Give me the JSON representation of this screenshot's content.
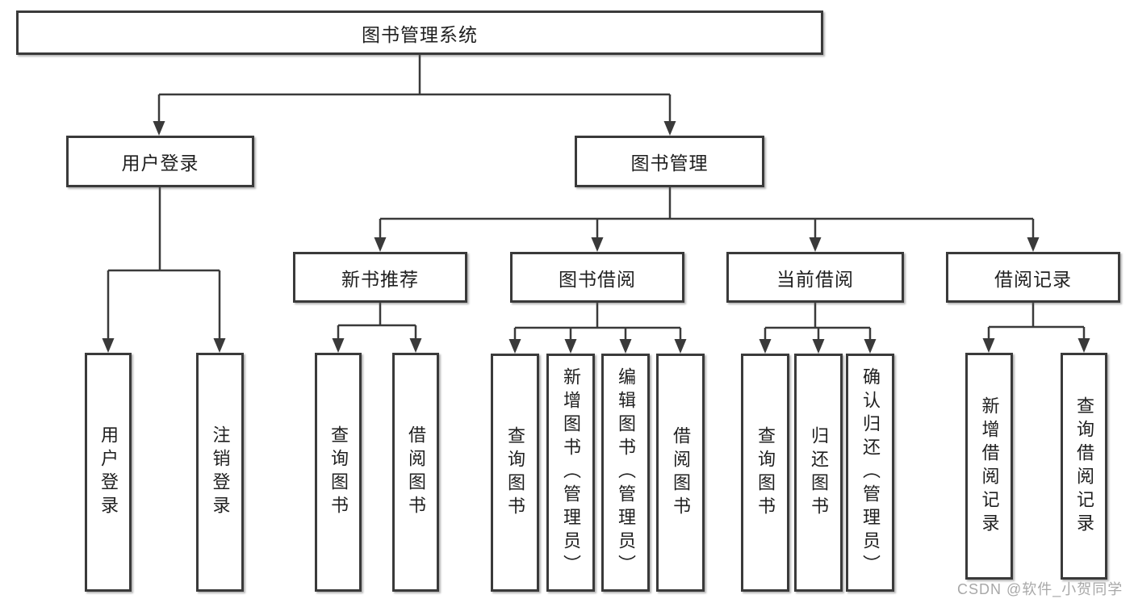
{
  "tree": {
    "root": "图书管理系统",
    "branches": [
      {
        "label": "用户登录",
        "leaves": [
          "用户登录",
          "注销登录"
        ]
      },
      {
        "label": "图书管理",
        "groups": [
          {
            "label": "新书推荐",
            "leaves": [
              "查询图书",
              "借阅图书"
            ]
          },
          {
            "label": "图书借阅",
            "leaves": [
              "查询图书",
              "新增图书（管理员）",
              "编辑图书（管理员）",
              "借阅图书"
            ]
          },
          {
            "label": "当前借阅",
            "leaves": [
              "查询图书",
              "归还图书",
              "确认归还（管理员）"
            ]
          },
          {
            "label": "借阅记录",
            "leaves": [
              "新增借阅记录",
              "查询借阅记录"
            ]
          }
        ]
      }
    ]
  },
  "watermark": "CSDN @软件_小贺同学",
  "colors": {
    "line": "#3a3a3a",
    "box_border": "#3a3a3a",
    "text": "#1f1f1f",
    "watermark": "#a8a8a8",
    "background": "#ffffff"
  }
}
